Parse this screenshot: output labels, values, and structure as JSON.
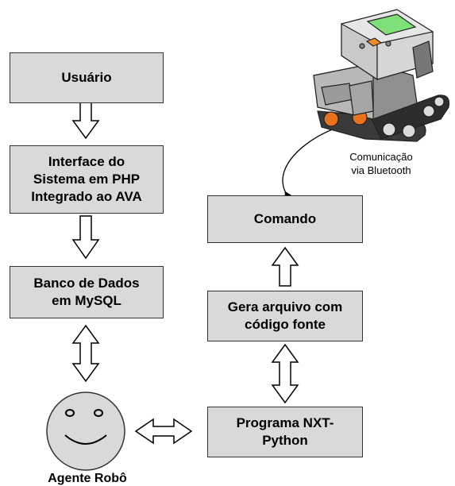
{
  "boxes": {
    "usuario": "Usuário",
    "interface": "Interface do\nSistema em PHP\nIntegrado ao AVA",
    "banco": "Banco de Dados\nem MySQL",
    "comando": "Comando",
    "gera": "Gera arquivo com\ncódigo fonte",
    "programa": "Programa NXT-\nPython"
  },
  "labels": {
    "agente": "Agente Robô",
    "comunicacao": "Comunicação\nvia Bluetooth"
  },
  "colors": {
    "box_fill": "#d9d9d9",
    "stroke": "#333333"
  }
}
